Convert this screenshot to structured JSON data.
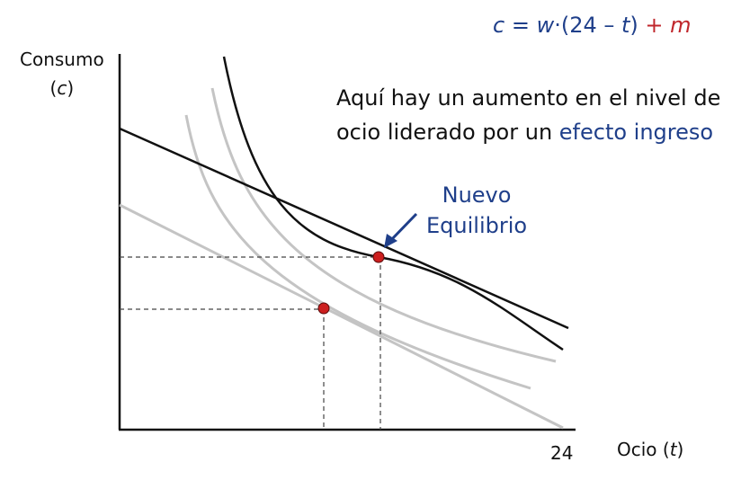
{
  "equation": {
    "lhs": "c = ",
    "w": "w",
    "mid": "·(24 – ",
    "t": "t",
    "close": ")",
    "plus_m": " + ",
    "m": "m"
  },
  "axes": {
    "y_label_line1": "Consumo",
    "y_label_var": "c",
    "x_label_word": "Ocio (",
    "x_label_var": "t",
    "x_label_close": ")",
    "x_tick": "24"
  },
  "annotation": {
    "text_before": "Aquí hay un aumento en el nivel de ocio liderado por un ",
    "highlight": "efecto ingreso"
  },
  "callout": {
    "line1": "Nuevo",
    "line2": "Equilibrio"
  },
  "colors": {
    "blue": "#1f3f8a",
    "red": "#c0262b",
    "black": "#111111",
    "gray": "#c4c4c4",
    "point_fill": "#cc1f1f"
  }
}
